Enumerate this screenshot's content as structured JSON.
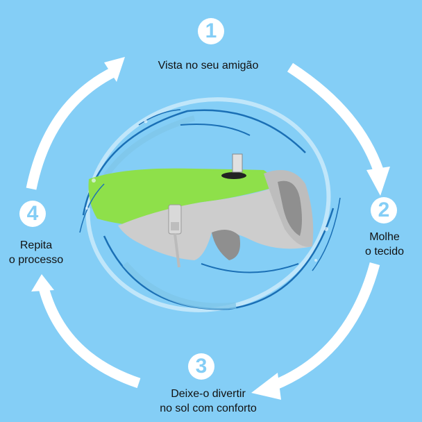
{
  "background_color": "#84cef6",
  "arrow_color": "#ffffff",
  "illustration": {
    "subject": "dog-cooling-vest",
    "vest_colors": {
      "body": "#8ee04a",
      "mesh": "#c9c9c9",
      "lining": "#8f8f8f"
    },
    "water_colors": [
      "#1a6fb5",
      "#7fc7ea",
      "#e8f6fd"
    ]
  },
  "steps": [
    {
      "number": "1",
      "label": "Vista no seu amigão"
    },
    {
      "number": "2",
      "label": "Molhe\no tecido"
    },
    {
      "number": "3",
      "label": "Deixe-o divertir\nno sol com conforto"
    },
    {
      "number": "4",
      "label": "Repita\no processo"
    }
  ]
}
